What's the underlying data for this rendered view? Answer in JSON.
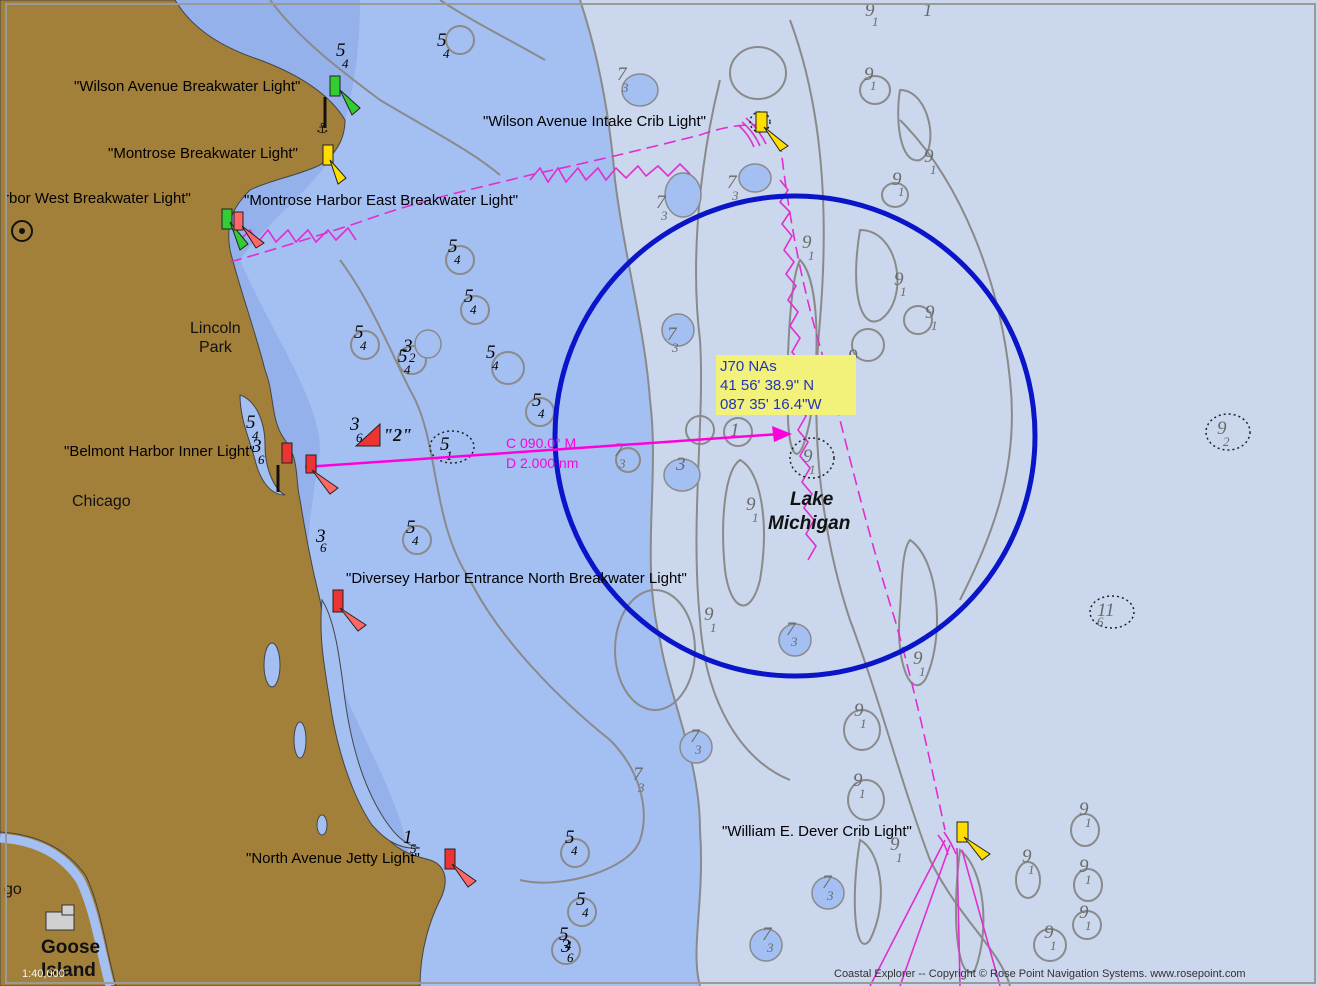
{
  "map": {
    "water_name": "Lake Michigan",
    "water_name_lines": [
      "Lake",
      "Michigan"
    ],
    "places": [
      {
        "id": "lincoln",
        "lines": [
          "Lincoln",
          "Park"
        ]
      },
      {
        "id": "chicago",
        "lines": [
          "Chicago"
        ]
      },
      {
        "id": "goose",
        "lines": [
          "Goose",
          "Island"
        ]
      },
      {
        "id": "go",
        "lines": [
          "go"
        ]
      }
    ],
    "lights": [
      {
        "id": "wilson-breakwater",
        "label": "\"Wilson Avenue Breakwater Light\"",
        "color": "#33cc33"
      },
      {
        "id": "montrose-breakwater",
        "label": "\"Montrose Breakwater Light\"",
        "color": "#ffdd00"
      },
      {
        "id": "montrose-west",
        "label": "rbor West Breakwater Light\"",
        "color": "#33cc33"
      },
      {
        "id": "montrose-east",
        "label": "\"Montrose Harbor East Breakwater Light\"",
        "color": "#ff6666"
      },
      {
        "id": "wilson-crib",
        "label": "\"Wilson Avenue Intake Crib Light\"",
        "color": "#ffdd00"
      },
      {
        "id": "belmont",
        "label": "\"Belmont Harbor Inner Light\"",
        "color": "#ee3333"
      },
      {
        "id": "diversey",
        "label": "\"Diversey Harbor Entrance North Breakwater Light\"",
        "color": "#ee3333"
      },
      {
        "id": "north-ave",
        "label": "\"North Avenue Jetty Light\"",
        "color": "#ee3333"
      },
      {
        "id": "dever",
        "label": "\"William E. Dever Crib Light\"",
        "color": "#ffdd00"
      }
    ],
    "buoy_label": "\"2\"",
    "route": {
      "course": "C 090.0° M",
      "distance": "D 2.000 nm",
      "color": "#ff00dd"
    },
    "info_box": {
      "line1": "J70 NAs",
      "line2": "41 56' 38.9\" N",
      "line3": "087 35' 16.4\"W",
      "background": "#f2f27a",
      "text_color": "#2233bb"
    },
    "circle_color": "#0a14c8",
    "depths": [
      "5",
      "4",
      "3",
      "6",
      "7",
      "9",
      "1",
      "2",
      "11"
    ],
    "scale": "1:40,000",
    "copyright": "Coastal Explorer -- Copyright © Rose Point Navigation Systems. www.rosepoint.com",
    "colors": {
      "land": "#a3803a",
      "deep_water": "#cad7ec",
      "shallow_water": "#a4bff2",
      "very_shallow": "#94b1ec",
      "contour": "#8a8a8a",
      "limit_line": "#e02fd0"
    }
  }
}
